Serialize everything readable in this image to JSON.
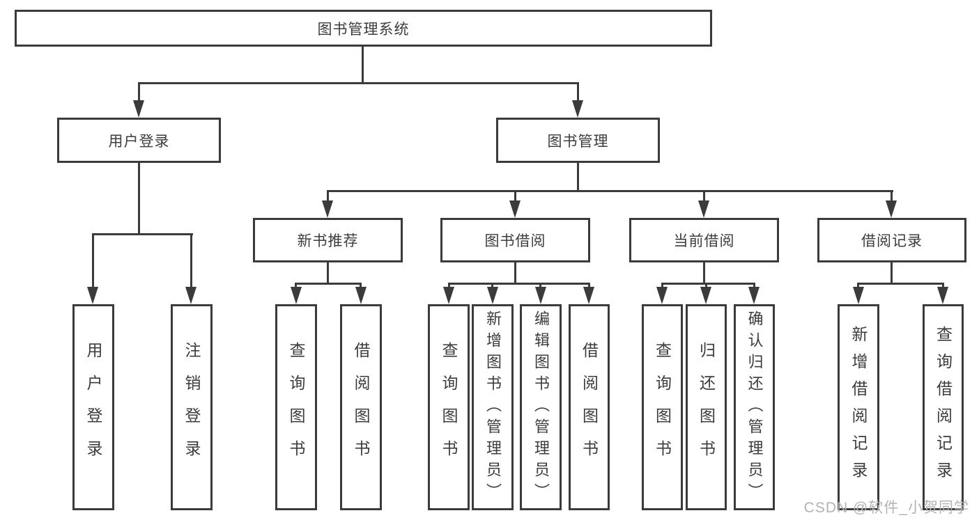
{
  "tree": {
    "label": "图书管理系统",
    "children": [
      {
        "label": "用户登录",
        "children": [
          {
            "label": "用户登录"
          },
          {
            "label": "注销登录"
          }
        ]
      },
      {
        "label": "图书管理",
        "children": [
          {
            "label": "新书推荐",
            "children": [
              {
                "label": "查询图书"
              },
              {
                "label": "借阅图书"
              }
            ]
          },
          {
            "label": "图书借阅",
            "children": [
              {
                "label": "查询图书"
              },
              {
                "label": "新增图书（管理员）"
              },
              {
                "label": "编辑图书（管理员）"
              },
              {
                "label": "借阅图书"
              }
            ]
          },
          {
            "label": "当前借阅",
            "children": [
              {
                "label": "查询图书"
              },
              {
                "label": "归还图书"
              },
              {
                "label": "确认归还（管理员）"
              }
            ]
          },
          {
            "label": "借阅记录",
            "children": [
              {
                "label": "新增借阅记录"
              },
              {
                "label": "查询借阅记录"
              }
            ]
          }
        ]
      }
    ]
  },
  "watermark": {
    "text": "CSDN @软件_小贺同学"
  },
  "colors": {
    "line": "#3b3b3b",
    "text": "#3c3c3c",
    "watermark": "#b3b3b3",
    "background": "#ffffff"
  }
}
